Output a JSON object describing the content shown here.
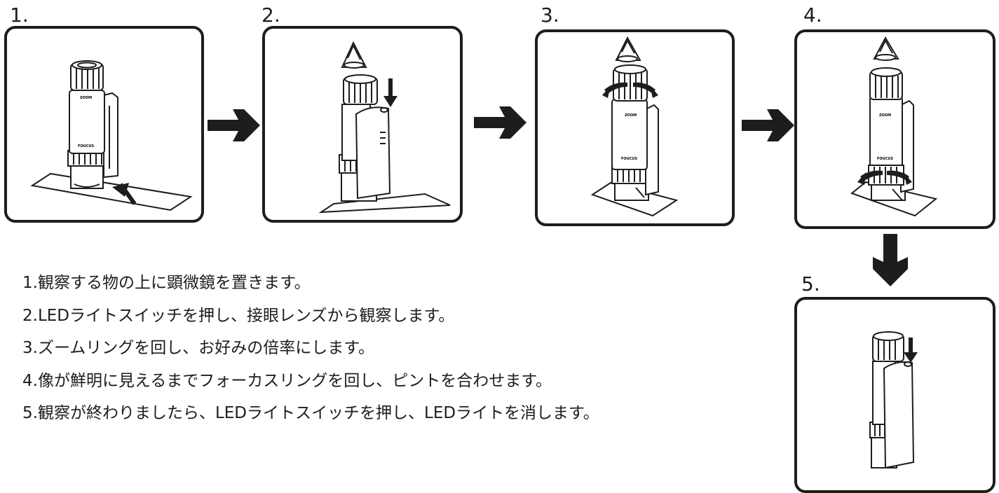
{
  "steps": [
    {
      "number": "1."
    },
    {
      "number": "2."
    },
    {
      "number": "3."
    },
    {
      "number": "4."
    },
    {
      "number": "5."
    }
  ],
  "device_labels": {
    "zoom": "ZOOM",
    "focus": "FOUCUS"
  },
  "instructions": [
    "1.観察する物の上に顕微鏡を置きます。",
    "2.LEDライトスイッチを押し、接眼レンズから観察します。",
    "3.ズームリングを回し、お好みの倍率にします。",
    "4.像が鮮明に見えるまでフォーカスリングを回し、ピントを合わせます。",
    "5.観察が終わりましたら、LEDライトスイッチを押し、LEDライトを消します。"
  ],
  "colors": {
    "ink": "#1d1d1b",
    "background": "#ffffff"
  }
}
